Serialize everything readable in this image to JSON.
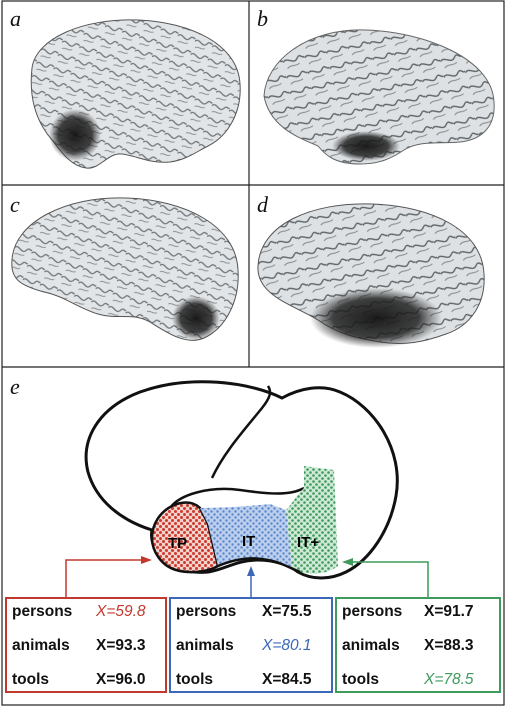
{
  "panels": {
    "a": {
      "label": "a"
    },
    "b": {
      "label": "b"
    },
    "c": {
      "label": "c"
    },
    "d": {
      "label": "d"
    },
    "e": {
      "label": "e"
    }
  },
  "regions": [
    {
      "id": "tp",
      "label": "TP",
      "color": "#cc3b2e"
    },
    {
      "id": "it",
      "label": "IT",
      "color": "#3f6fc4"
    },
    {
      "id": "itplus",
      "label": "IT+",
      "color": "#3c9a5a"
    }
  ],
  "tables": [
    {
      "region": "TP",
      "border_color": "#c23a2e",
      "rows": [
        {
          "category": "persons",
          "value": "X=59.8",
          "highlight": true
        },
        {
          "category": "animals",
          "value": "X=93.3",
          "highlight": false
        },
        {
          "category": "tools",
          "value": "X=96.0",
          "highlight": false
        }
      ]
    },
    {
      "region": "IT",
      "border_color": "#3b68b8",
      "rows": [
        {
          "category": "persons",
          "value": "X=75.5",
          "highlight": false
        },
        {
          "category": "animals",
          "value": "X=80.1",
          "highlight": true
        },
        {
          "category": "tools",
          "value": "X=84.5",
          "highlight": false
        }
      ]
    },
    {
      "region": "IT+",
      "border_color": "#3f9a5c",
      "rows": [
        {
          "category": "persons",
          "value": "X=91.7",
          "highlight": false
        },
        {
          "category": "animals",
          "value": "X=88.3",
          "highlight": false
        },
        {
          "category": "tools",
          "value": "X=78.5",
          "highlight": true
        }
      ]
    }
  ],
  "colors": {
    "tp": "#cc3b2e",
    "it": "#3f6fc4",
    "itplus": "#3c9a5a",
    "lesion": "#1e1e1e",
    "brain_surface": "#dfe2e4"
  }
}
